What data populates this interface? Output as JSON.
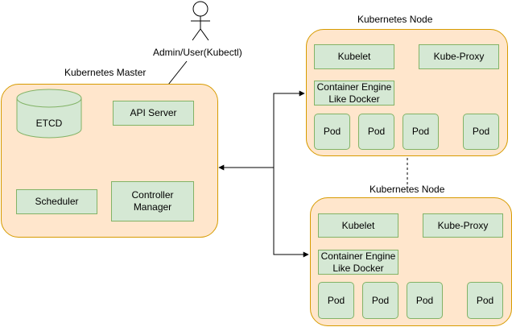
{
  "actor": {
    "label": "Admin/User(Kubectl)"
  },
  "master": {
    "title": "Kubernetes Master",
    "etcd": "ETCD",
    "api_server": "API Server",
    "scheduler": "Scheduler",
    "controller_manager": "Controller\nManager"
  },
  "nodes": [
    {
      "title": "Kubernetes Node",
      "kubelet": "Kubelet",
      "kube_proxy": "Kube-Proxy",
      "container_engine": "Container Engine\nLike Docker",
      "pods": [
        "Pod",
        "Pod",
        "Pod",
        "Pod"
      ]
    },
    {
      "title": "Kubernetes Node",
      "kubelet": "Kubelet",
      "kube_proxy": "Kube-Proxy",
      "container_engine": "Container Engine\nLike Docker",
      "pods": [
        "Pod",
        "Pod",
        "Pod",
        "Pod"
      ]
    }
  ],
  "colors": {
    "cluster_fill": "#ffe6cc",
    "cluster_border": "#d79b00",
    "component_fill": "#d5e8d4",
    "component_border": "#82b366"
  }
}
